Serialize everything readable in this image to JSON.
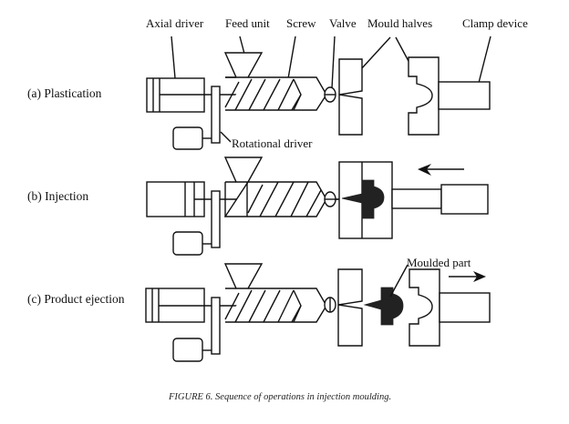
{
  "labels": {
    "axial_driver": "Axial driver",
    "feed_unit": "Feed unit",
    "screw": "Screw",
    "valve": "Valve",
    "mould_halves": "Mould halves",
    "clamp_device": "Clamp device",
    "rotational_driver": "Rotational driver",
    "moulded_part": "Moulded part"
  },
  "stages": [
    {
      "label": "(a) Plastication"
    },
    {
      "label": "(b) Injection"
    },
    {
      "label": "(c) Product ejection"
    }
  ],
  "caption": "FIGURE 6. Sequence of operations in injection moulding.",
  "colors": {
    "ink": "#111111",
    "molten_part": "#222222",
    "background": "#ffffff"
  }
}
